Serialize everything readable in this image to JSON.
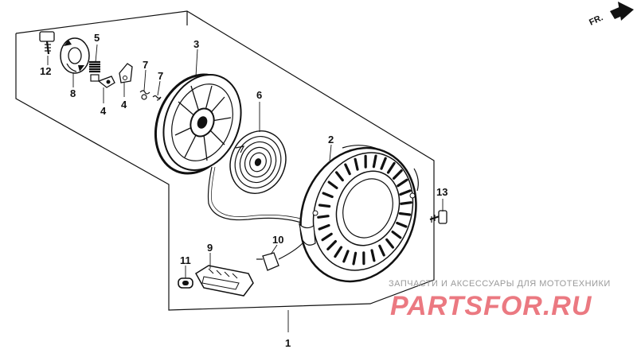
{
  "direction": {
    "label": "FR."
  },
  "part_labels": {
    "p1": "1",
    "p2": "2",
    "p3": "3",
    "p4a": "4",
    "p4b": "4",
    "p5": "5",
    "p6": "6",
    "p7a": "7",
    "p7b": "7",
    "p8": "8",
    "p9": "9",
    "p10": "10",
    "p11": "11",
    "p12": "12",
    "p13": "13"
  },
  "watermark": {
    "caption": "ЗАПЧАСТИ И АКСЕССУАРЫ ДЛЯ МОТОТЕХНИКИ",
    "logo": "PARTSFOR.RU",
    "logo_color": "#e8626b"
  }
}
